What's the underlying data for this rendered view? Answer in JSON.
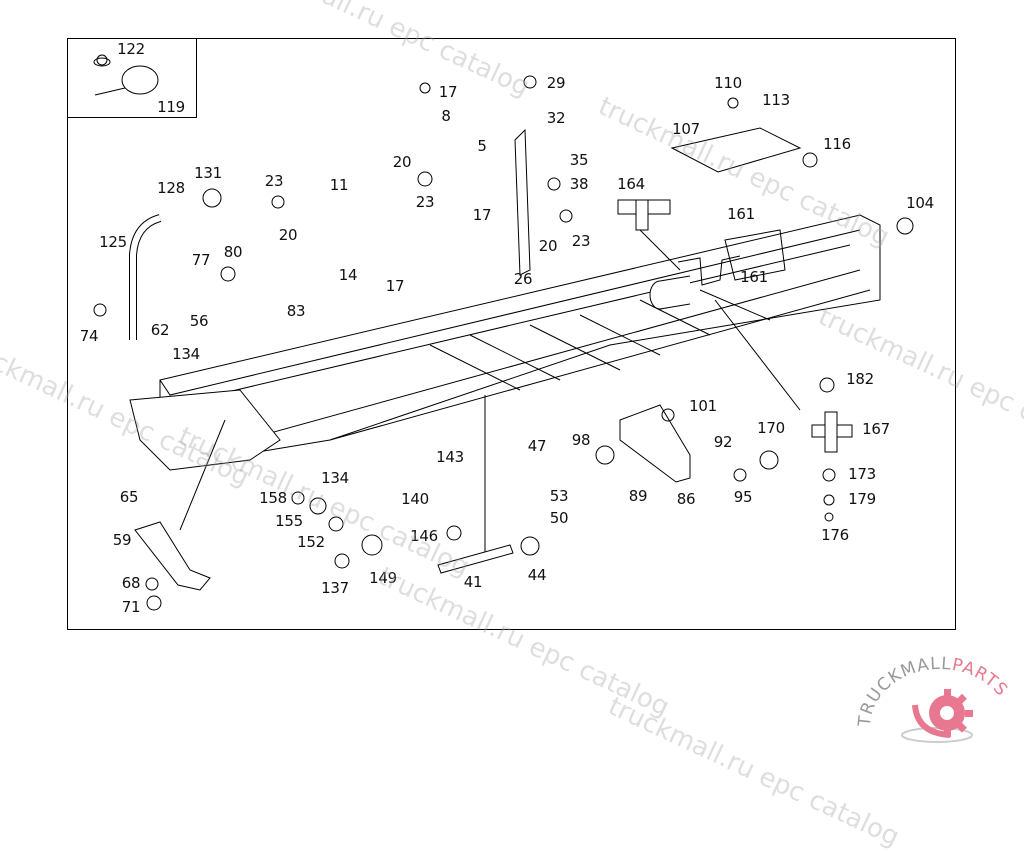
{
  "diagram": {
    "callouts": [
      "122",
      "119",
      "17",
      "8",
      "5",
      "29",
      "32",
      "110",
      "113",
      "107",
      "116",
      "35",
      "38",
      "20",
      "23",
      "23",
      "11",
      "20",
      "164",
      "161",
      "104",
      "131",
      "128",
      "125",
      "77",
      "80",
      "17",
      "20",
      "23",
      "26",
      "14",
      "17",
      "83",
      "161",
      "74",
      "62",
      "56",
      "134",
      "182",
      "101",
      "167",
      "98",
      "92",
      "170",
      "47",
      "143",
      "173",
      "65",
      "134",
      "89",
      "86",
      "95",
      "53",
      "179",
      "158",
      "140",
      "155",
      "50",
      "59",
      "146",
      "152",
      "176",
      "149",
      "41",
      "44",
      "68",
      "137",
      "71"
    ]
  },
  "watermark": {
    "text": "truckmall.ru epc catalog"
  },
  "logo": {
    "text_main": "TRUCKMALL",
    "text_accent": "PARTS",
    "accent_color": "#e8788f",
    "text_color": "#999999"
  }
}
